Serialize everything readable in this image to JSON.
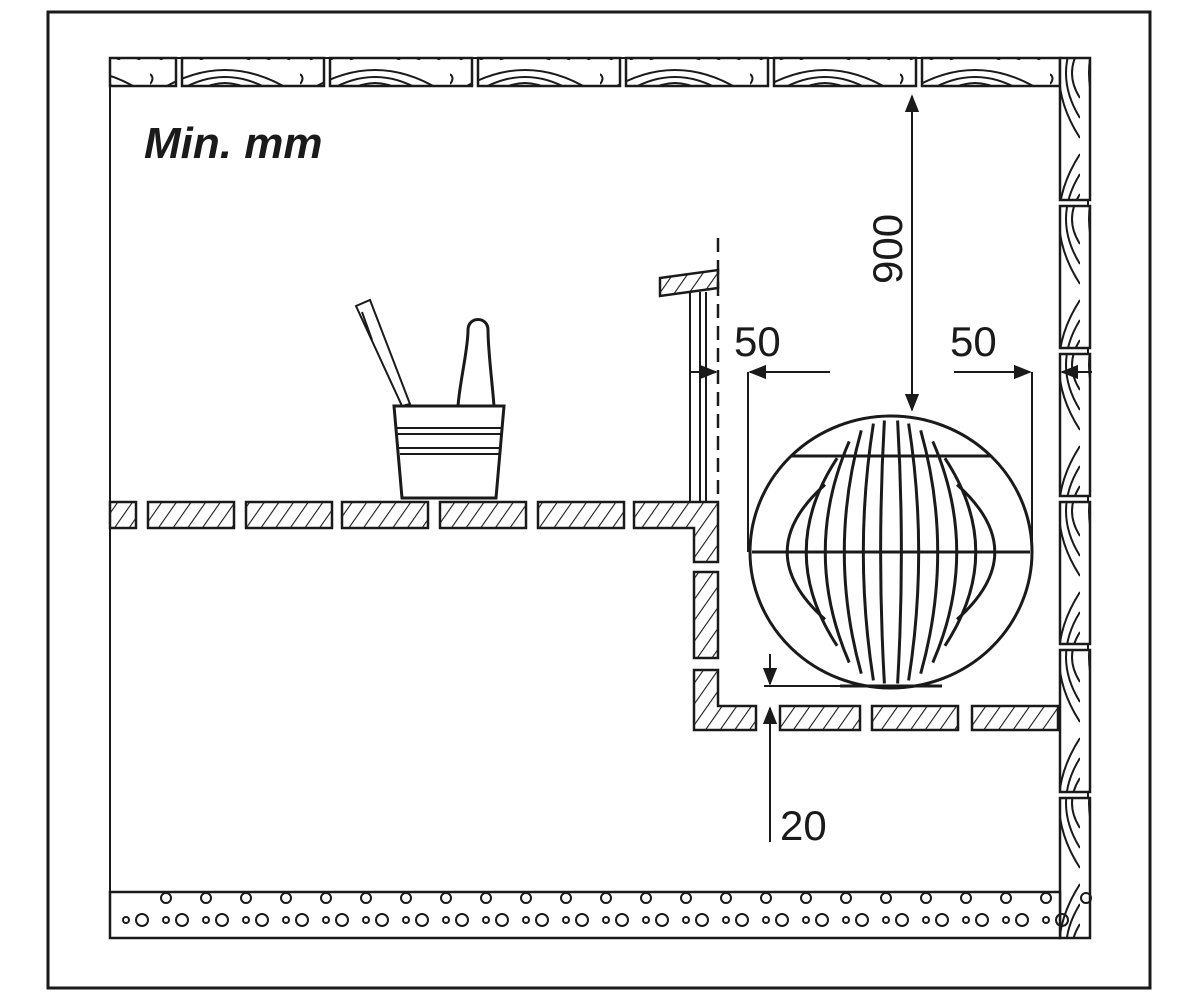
{
  "title": "Min. mm",
  "dimensions": {
    "clearance_top": "900",
    "clearance_left": "50",
    "clearance_right": "50",
    "clearance_floor": "20"
  },
  "colors": {
    "ink": "#1a1a1a",
    "background": "#ffffff"
  }
}
